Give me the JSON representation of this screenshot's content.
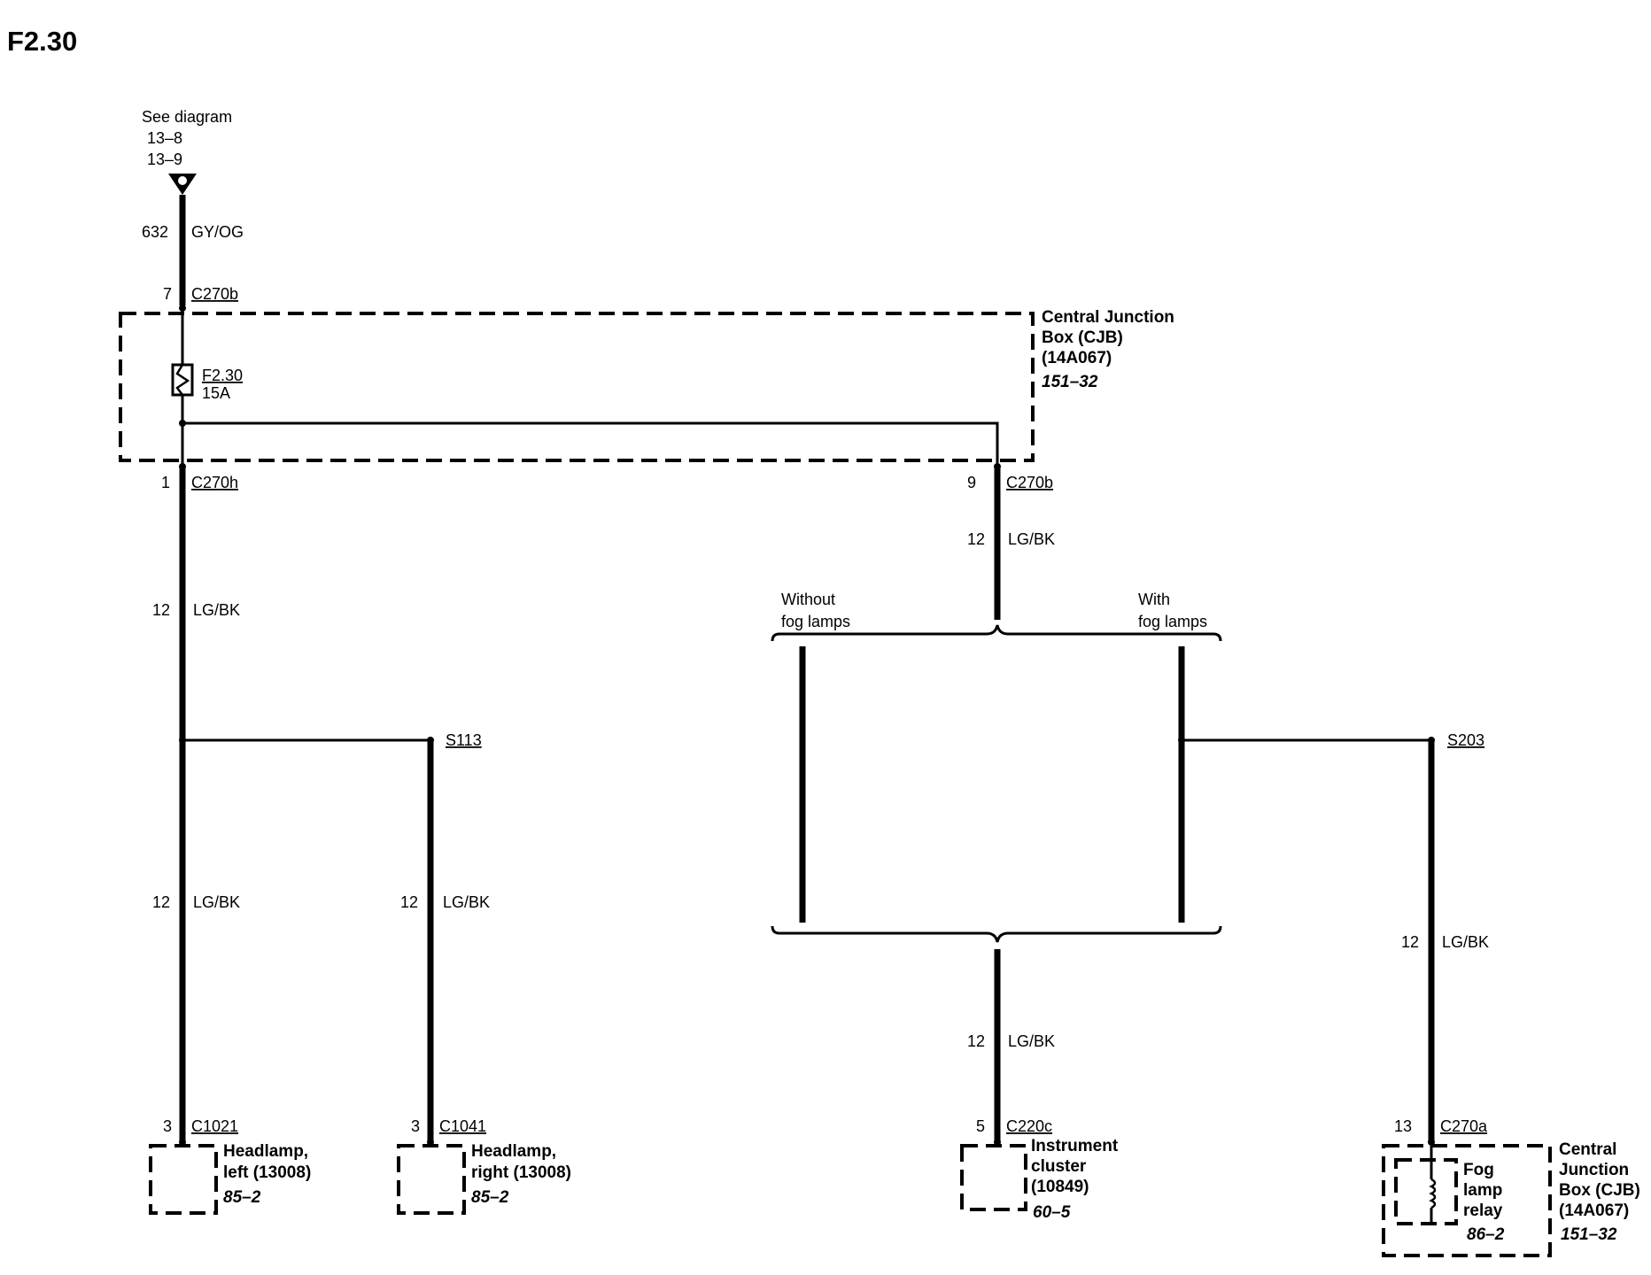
{
  "page_title": "F2.30",
  "source": {
    "ref_line1": "See diagram",
    "ref_line2": "13–8",
    "ref_line3": "13–9",
    "circuit": "632",
    "color": "GY/OG"
  },
  "cjb_top": {
    "pin_in": "7",
    "conn_in": "C270b",
    "name_line1": "Central Junction",
    "name_line2": "Box (CJB)",
    "name_line3": "(14A067)",
    "ref": "151–32",
    "fuse_name": "F2.30",
    "fuse_rating": "15A",
    "pin_out_left": "1",
    "conn_out_left": "C270h",
    "pin_out_right": "9",
    "conn_out_right": "C270b"
  },
  "wires": {
    "left_upper": {
      "circuit": "12",
      "color": "LG/BK"
    },
    "left_lower": {
      "circuit": "12",
      "color": "LG/BK"
    },
    "s113_branch": {
      "circuit": "12",
      "color": "LG/BK"
    },
    "right_upper": {
      "circuit": "12",
      "color": "LG/BK"
    },
    "cluster_feed": {
      "circuit": "12",
      "color": "LG/BK"
    },
    "fog_relay_feed": {
      "circuit": "12",
      "color": "LG/BK"
    }
  },
  "splices": {
    "s113": "S113",
    "s203": "S203"
  },
  "options": {
    "without_line1": "Without",
    "without_line2": "fog lamps",
    "with_line1": "With",
    "with_line2": "fog lamps"
  },
  "components": {
    "headlamp_left": {
      "pin": "3",
      "conn": "C1021",
      "line1": "Headlamp,",
      "line2": "left (13008)",
      "ref": "85–2"
    },
    "headlamp_right": {
      "pin": "3",
      "conn": "C1041",
      "line1": "Headlamp,",
      "line2": "right (13008)",
      "ref": "85–2"
    },
    "cluster": {
      "pin": "5",
      "conn": "C220c",
      "line1": "Instrument",
      "line2": "cluster",
      "line3": "(10849)",
      "ref": "60–5"
    },
    "fog_relay": {
      "pin": "13",
      "conn": "C270a",
      "relay_line1": "Fog",
      "relay_line2": "lamp",
      "relay_line3": "relay",
      "relay_ref": "86–2",
      "box_line1": "Central",
      "box_line2": "Junction",
      "box_line3": "Box (CJB)",
      "box_line4": "(14A067)",
      "box_ref": "151–32"
    }
  }
}
